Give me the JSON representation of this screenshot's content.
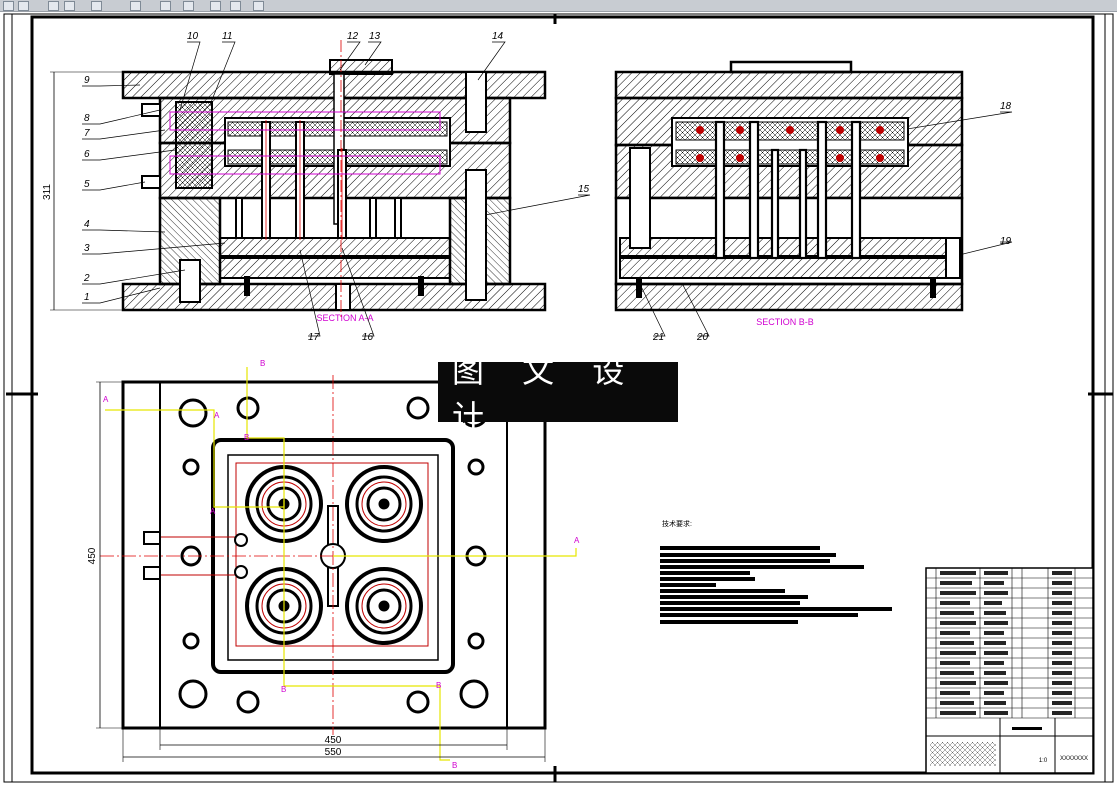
{
  "banner": {
    "text": "图 文 设 计"
  },
  "section_a": {
    "label": "SECTION A-A"
  },
  "section_b": {
    "label": "SECTION B-B"
  },
  "dimensions": {
    "height_a": "311",
    "plan_height": "450",
    "plan_inner_width": "450",
    "plan_outer_width": "550"
  },
  "balloons": [
    "1",
    "2",
    "3",
    "4",
    "5",
    "6",
    "7",
    "8",
    "9",
    "10",
    "11",
    "12",
    "13",
    "14",
    "15",
    "16",
    "17",
    "18",
    "19",
    "20",
    "21"
  ],
  "cut_markers": {
    "a": "A",
    "b": "B"
  },
  "tech_requirements": {
    "title": "技术要求:"
  },
  "title_block": {
    "drawing_no": "XXXXXXX",
    "scale": "1:0"
  },
  "colors": {
    "outline": "#000000",
    "centerline": "#e00000",
    "section_label": "#d000d0",
    "cut_line": "#e6e600",
    "hatch": "#000000"
  }
}
